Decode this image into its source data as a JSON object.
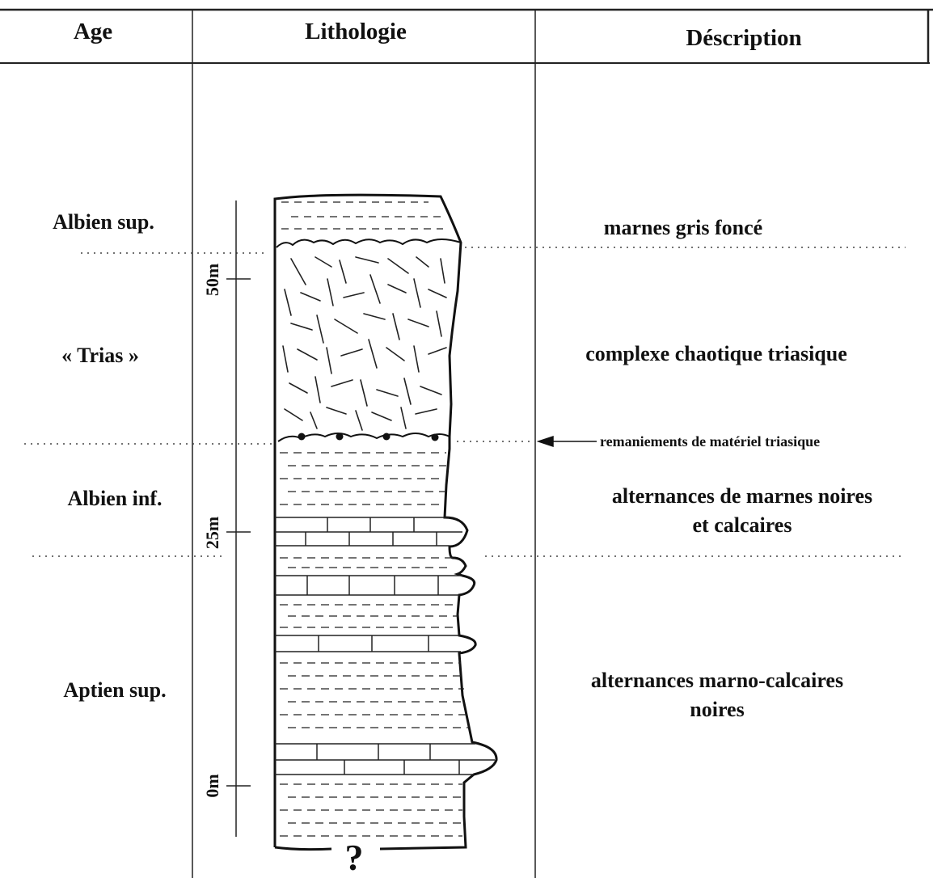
{
  "headers": {
    "age": "Age",
    "lithology": "Lithologie",
    "description": "Déscription"
  },
  "ages": [
    {
      "label": "Albien sup."
    },
    {
      "label": "« Trias »"
    },
    {
      "label": "Albien inf."
    },
    {
      "label": "Aptien sup."
    }
  ],
  "descriptions": {
    "marnes": "marnes gris foncé",
    "complexe": "complexe chaotique triasique",
    "remaniements": "remaniements de matériel triasique",
    "albien_inf_line1": "alternances de marnes noires",
    "albien_inf_line2": "et calcaires",
    "aptien_line1": "alternances marno-calcaires",
    "aptien_line2": "noires"
  },
  "scale": {
    "m50": "50m",
    "m25": "25m",
    "m0": "0m"
  },
  "unknown_base": "?"
}
